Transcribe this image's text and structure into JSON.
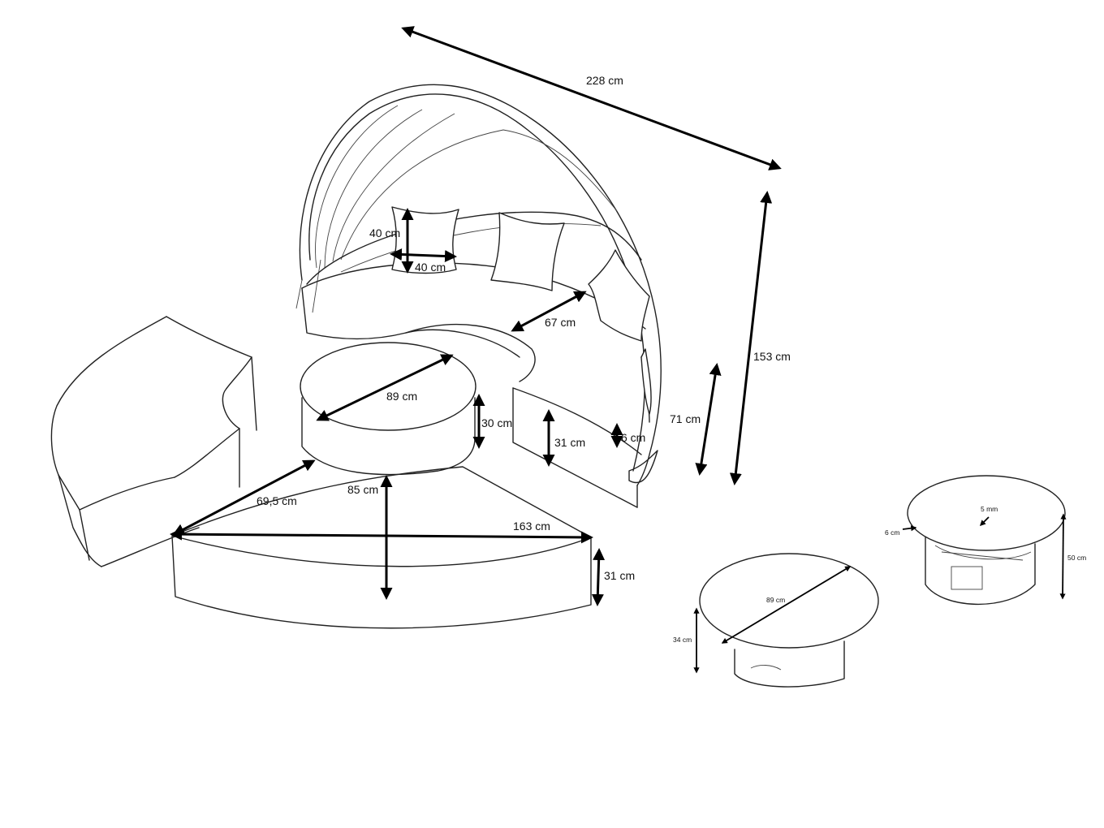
{
  "daybed": {
    "dims": {
      "total_width": "228 cm",
      "total_height": "153 cm",
      "pillow_height": "40 cm",
      "pillow_width": "40 cm",
      "seat_depth": "67 cm",
      "backrest_height": "71 cm",
      "side_height": "31 cm",
      "cushion_thickness": "6 cm",
      "stool_diameter": "89 cm",
      "stool_height": "30 cm",
      "segment_depth": "69,5 cm",
      "segment_radius": "85 cm",
      "segment_width": "163 cm",
      "segment_height": "31 cm"
    }
  },
  "table_front": {
    "dims": {
      "diameter": "89 cm",
      "height": "34 cm"
    }
  },
  "table_back": {
    "dims": {
      "glass_thickness": "5 mm",
      "rim": "6 cm",
      "height": "50 cm"
    }
  }
}
